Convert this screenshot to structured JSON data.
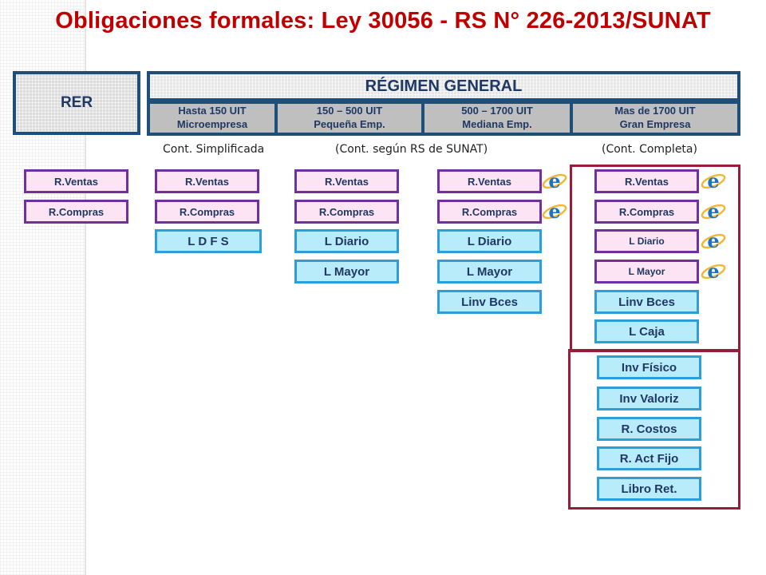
{
  "title": "Obligaciones formales: Ley 30056 - RS N° 226-2013/SUNAT",
  "rer": {
    "label": "RER"
  },
  "regimen_general": {
    "label": "RÉGIMEN GENERAL",
    "categories": [
      {
        "line1": "Hasta 150 UIT",
        "line2": "Microempresa"
      },
      {
        "line1": "150 – 500 UIT",
        "line2": "Pequeña Emp."
      },
      {
        "line1": "500 – 1700 UIT",
        "line2": "Mediana Emp."
      },
      {
        "line1": "Mas de 1700  UIT",
        "line2": "Gran Empresa"
      }
    ]
  },
  "subtitles": {
    "simplificada": "Cont. Simplificada",
    "segun_rs": "(Cont. según RS de SUNAT)",
    "completa": "(Cont. Completa)"
  },
  "columns": {
    "rer": [
      "R.Ventas",
      "R.Compras"
    ],
    "micro": [
      "R.Ventas",
      "R.Compras",
      "L D F S"
    ],
    "pequena": [
      "R.Ventas",
      "R.Compras",
      "L Diario",
      "L Mayor"
    ],
    "mediana": [
      "R.Ventas",
      "R.Compras",
      "L Diario",
      "L Mayor",
      "Linv Bces"
    ],
    "gran": [
      "R.Ventas",
      "R.Compras",
      "L Diario",
      "L Mayor",
      "Linv Bces",
      "L Caja"
    ],
    "gran_extra": [
      "Inv  Físico",
      "Inv  Valoriz",
      "R. Costos",
      "R. Act Fijo",
      "Libro Ret."
    ]
  },
  "icons": {
    "electronic_book": "internet-explorer-icon"
  },
  "colors": {
    "title": "#c00000",
    "header_border": "#1f4e79",
    "register_fill": "#fce4f4",
    "register_border": "#7030a0",
    "book_fill": "#b9ecfb",
    "book_border": "#2e9ed8",
    "frame": "#9b1b3a"
  }
}
